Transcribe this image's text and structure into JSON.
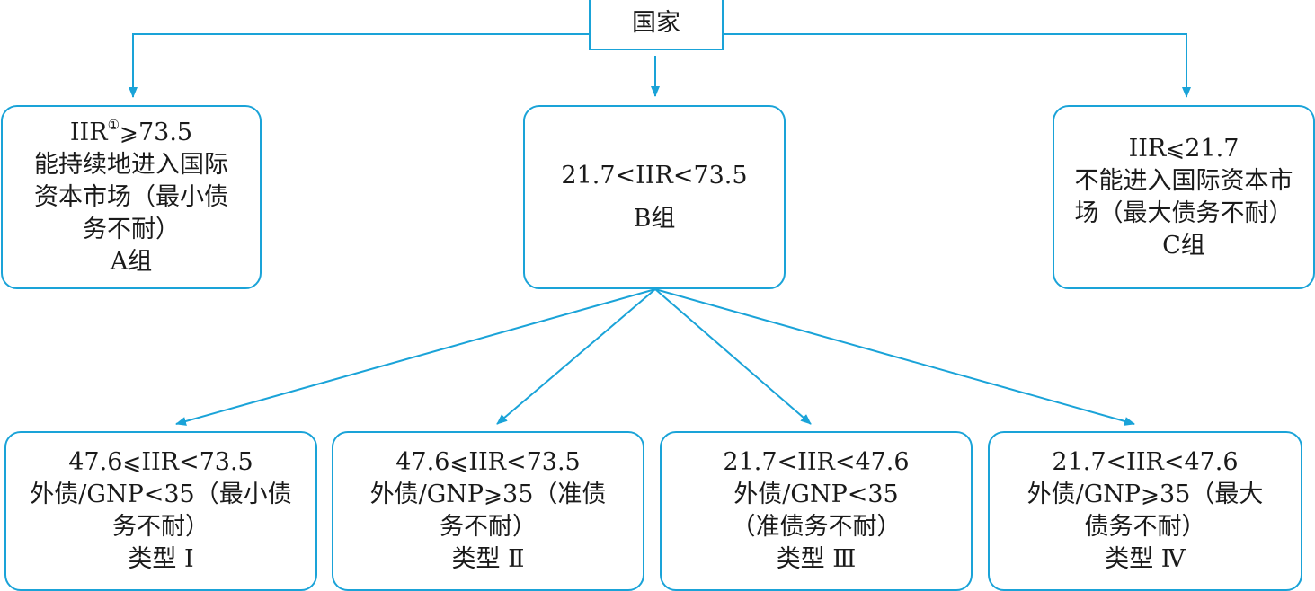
{
  "root": {
    "label": "国家"
  },
  "group_a": {
    "line1_prefix": "IIR",
    "line1_footnote": "①",
    "line1_op": "⩾",
    "line1_value": "73.5",
    "line2": "能持续地进入国际",
    "line3": "资本市场（最小债",
    "line4": "务不耐）",
    "group_label": "A组"
  },
  "group_b": {
    "line1": "21.7<IIR<73.5",
    "group_label": "B组"
  },
  "group_c": {
    "line1_prefix": "IIR",
    "line1_op": "⩽",
    "line1_value": "21.7",
    "line2": "不能进入国际资本市",
    "line3": "场（最大债务不耐）",
    "group_label": "C组"
  },
  "types": [
    {
      "line1_left": "47.6",
      "line1_op": "⩽",
      "line1_right": "IIR<73.5",
      "line2": "外债/GNP<35（最小债",
      "line3": "务不耐）",
      "type_label": "类型 Ⅰ"
    },
    {
      "line1_left": "47.6",
      "line1_op": "⩽",
      "line1_right": "IIR<73.5",
      "line2_prefix": "外债/GNP",
      "line2_op": "⩾",
      "line2_suffix": "35（准债",
      "line3": "务不耐）",
      "type_label": "类型 Ⅱ"
    },
    {
      "line1": "21.7<IIR<47.6",
      "line2": "外债/GNP<35",
      "line3": "（准债务不耐）",
      "type_label": "类型 Ⅲ"
    },
    {
      "line1": "21.7<IIR<47.6",
      "line2_prefix": "外债/GNP",
      "line2_op": "⩾",
      "line2_suffix": "35（最大",
      "line3": "债务不耐）",
      "type_label": "类型 Ⅳ"
    }
  ],
  "style": {
    "accent_color": "#1aa3d8",
    "text_color": "#1a1a1a"
  }
}
